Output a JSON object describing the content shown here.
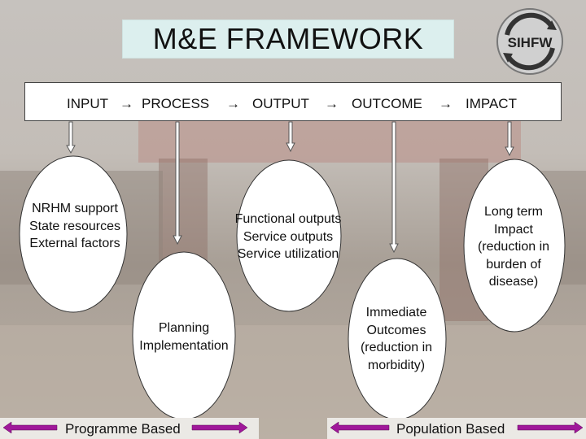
{
  "title": "M&E FRAMEWORK",
  "logo": {
    "text": "SIHFW",
    "icon": "sihfw-logo"
  },
  "chain": {
    "items": [
      "INPUT",
      "PROCESS",
      "OUTPUT",
      "OUTCOME",
      "IMPACT"
    ],
    "arrow": "→"
  },
  "nodes": {
    "input": [
      "NRHM support",
      "State resources",
      "External factors"
    ],
    "process": [
      "Planning",
      "Implementation"
    ],
    "output": [
      "Functional outputs",
      "Service outputs",
      "Service utilization"
    ],
    "outcome": [
      "Immediate",
      "Outcomes",
      "(reduction in",
      "morbidity)"
    ],
    "impact": [
      "Long term",
      "Impact",
      "(reduction in",
      "burden of",
      "disease)"
    ]
  },
  "footer": {
    "programme": "Programme Based",
    "population": "Population Based"
  },
  "colors": {
    "footer_arrow": "#a0189a",
    "ellipse_fill": "#ffffff",
    "title_bg": "#dcefee"
  }
}
